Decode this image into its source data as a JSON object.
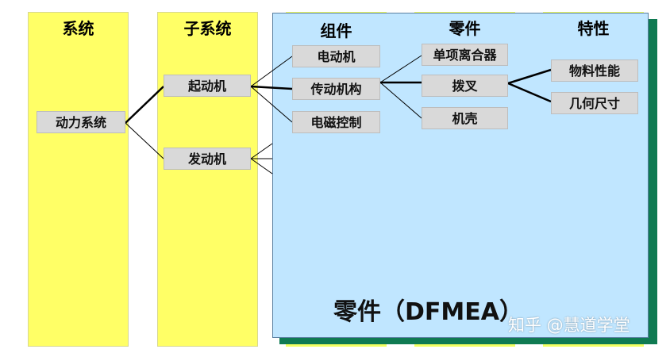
{
  "columns": {
    "system": "系统",
    "subsystem": "子系统",
    "component": "组件",
    "part": "零件",
    "characteristic": "特性"
  },
  "nodes": {
    "powertrain": "动力系统",
    "starter": "起动机",
    "engine": "发动机",
    "motor": "电动机",
    "transmission": "传动机构",
    "solenoid": "电磁控制",
    "overrunning_clutch": "单项离合器",
    "fork": "拨叉",
    "housing": "机壳",
    "material_property": "物料性能",
    "geometry_size": "几何尺寸"
  },
  "panel_label": "零件（DFMEA）",
  "watermark": "知乎 @慧道学堂",
  "colors": {
    "column_fill": "#ffff66",
    "panel_fill": "#c0e6ff",
    "panel_shadow": "#0f7a52",
    "box_fill": "#d9d9d9"
  }
}
